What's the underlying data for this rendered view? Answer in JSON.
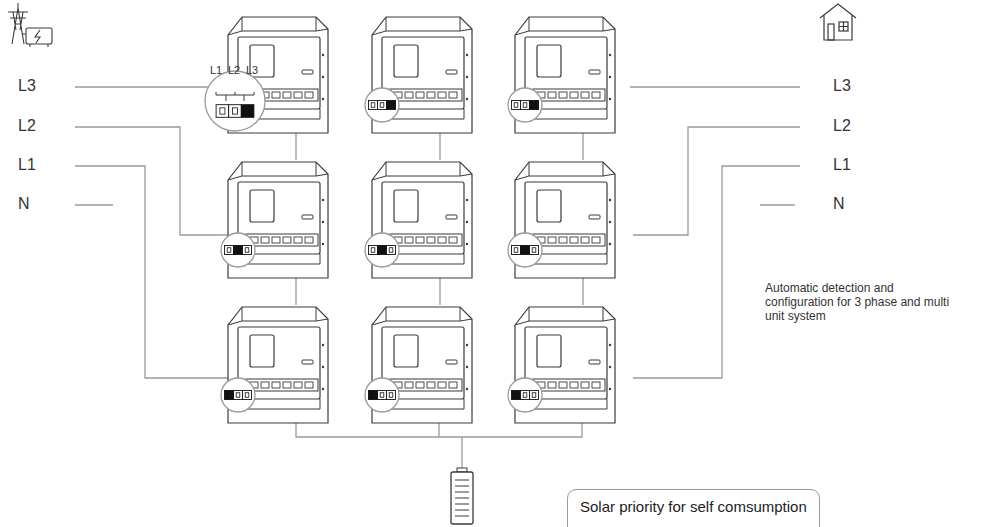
{
  "diagram": {
    "nodes": [
      {
        "text": [
          "Solar priority for self comsumption"
        ]
      }
    ],
    "labels": [
      "L3",
      "L2",
      "L1",
      "N",
      "L1",
      "L2",
      "L3",
      "L3",
      "L2",
      "L1",
      "N",
      "Automatic detection and configuration for 3 phase and multi unit system"
    ]
  }
}
